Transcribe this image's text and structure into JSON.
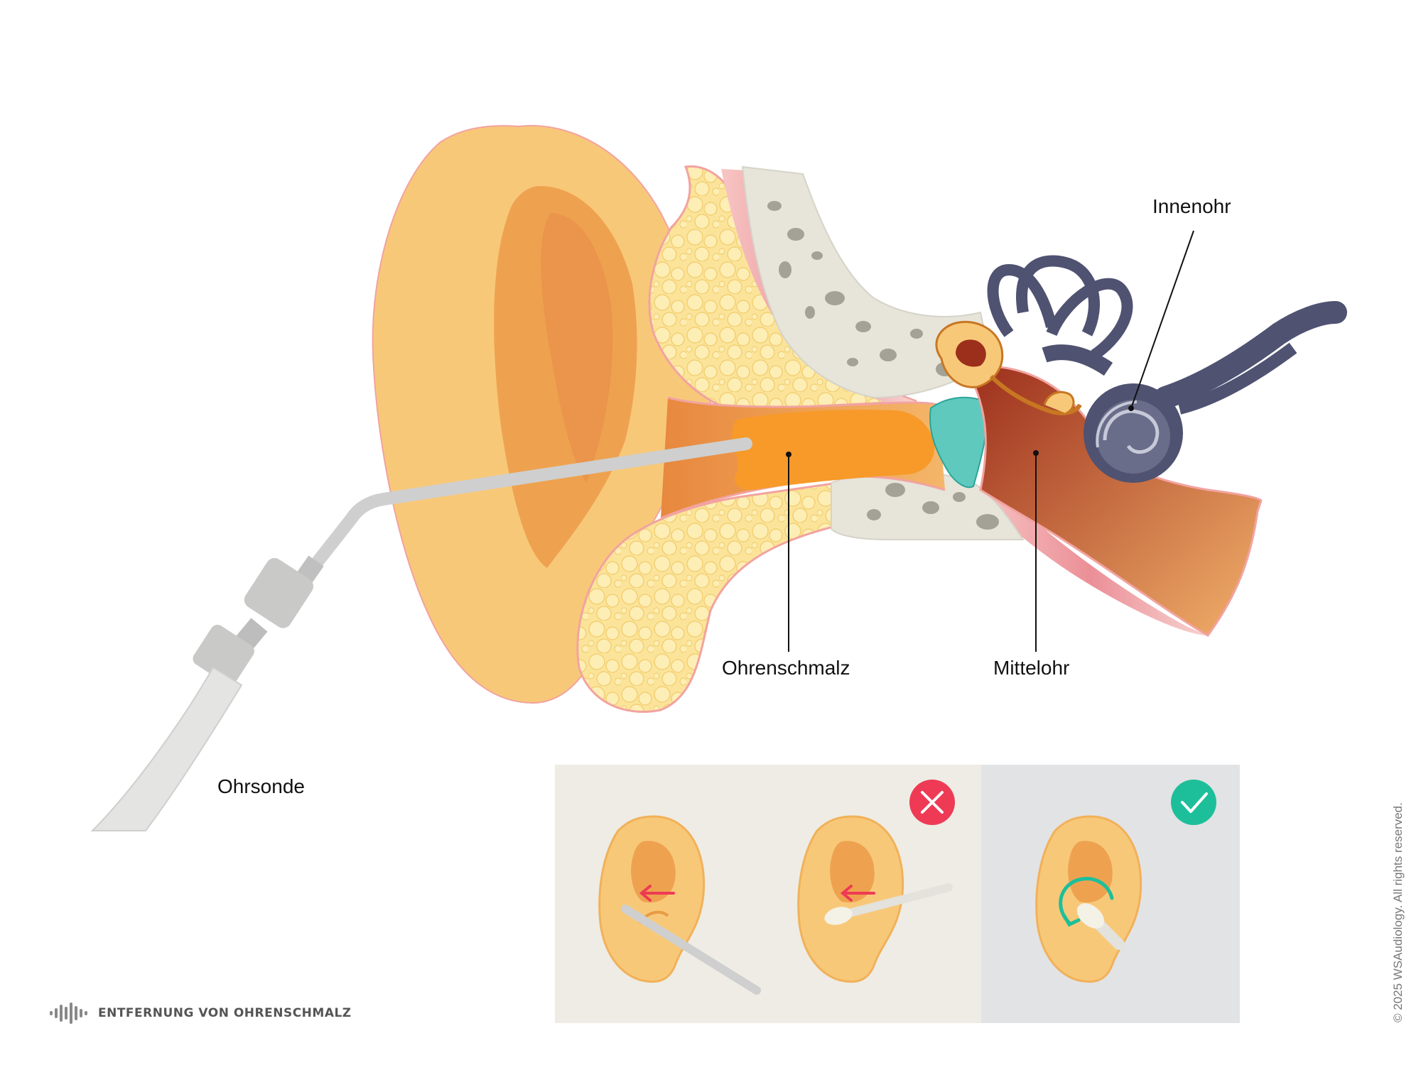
{
  "labels": {
    "innenohr": "Innenohr",
    "ohrenschmalz": "Ohrenschmalz",
    "mittelohr": "Mittelohr",
    "ohrsonde": "Ohrsonde"
  },
  "footer": {
    "title": "ENTFERNUNG VON OHRENSCHMALZ",
    "copyright": "© 2025 WSAudiology. All rights reserved."
  },
  "icons": {
    "footer_logo": "sound-wave-logo-icon",
    "wrong": "cross-icon",
    "right": "check-icon"
  },
  "colors": {
    "ear_skin": "#f8c879",
    "ear_dark": "#eea24f",
    "earwax": "#f79a2a",
    "bone": "#e7e4da",
    "inner_ear": "#4f5271",
    "wrong_badge": "#ee3a55",
    "right_badge": "#1dbf9a",
    "panel_left": "#eeece4",
    "panel_right": "#e2e3e4"
  }
}
